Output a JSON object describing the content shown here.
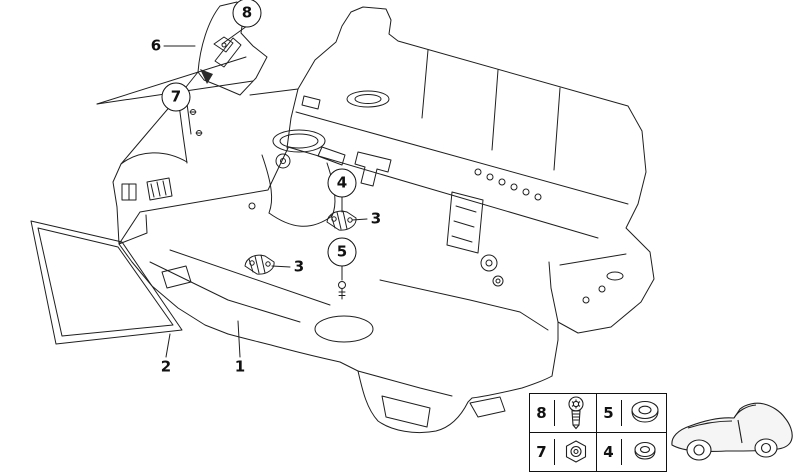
{
  "colors": {
    "background": "#ffffff",
    "line": "#1f1f1f"
  },
  "diagram": {
    "kind": "exploded-parts-line-drawing",
    "callouts": [
      {
        "label": "8",
        "style": "circled"
      },
      {
        "label": "6",
        "style": "plain"
      },
      {
        "label": "7",
        "style": "circled"
      },
      {
        "label": "4",
        "style": "circled"
      },
      {
        "label": "3",
        "style": "plain"
      },
      {
        "label": "5",
        "style": "circled"
      },
      {
        "label": "3",
        "style": "plain"
      },
      {
        "label": "2",
        "style": "plain"
      },
      {
        "label": "1",
        "style": "plain"
      }
    ],
    "legend": {
      "items": [
        {
          "label": "8",
          "icon": "screw-icon"
        },
        {
          "label": "5",
          "icon": "grommet-icon"
        },
        {
          "label": "7",
          "icon": "nut-icon"
        },
        {
          "label": "4",
          "icon": "grommet-small-icon"
        }
      ]
    },
    "thumbnail": "roadster-silhouette"
  }
}
